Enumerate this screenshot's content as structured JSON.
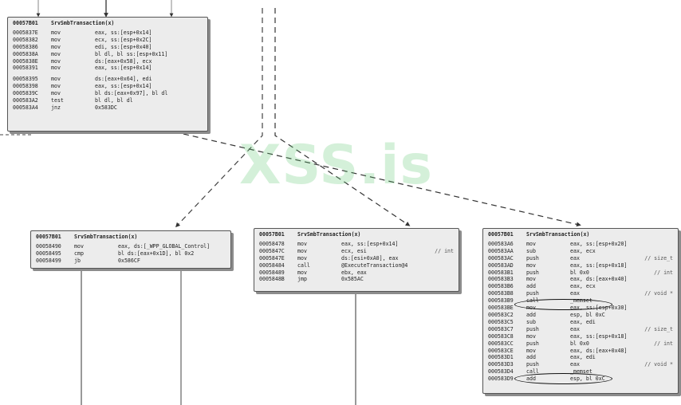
{
  "watermark": "XSS.is",
  "blocks": {
    "b1": {
      "header": {
        "addr": "00057B01",
        "name": "SrvSmbTransaction(x)"
      },
      "groups": [
        [
          [
            "0005837E",
            "mov",
            "eax, ss:[esp+0x14]",
            ""
          ],
          [
            "00058382",
            "mov",
            "ecx, ss:[esp+0x2C]",
            ""
          ],
          [
            "00058386",
            "mov",
            "edi, ss:[esp+0x40]",
            ""
          ],
          [
            "0005838A",
            "mov",
            "bl dl, bl ss:[esp+0x11]",
            ""
          ],
          [
            "0005838E",
            "mov",
            "ds:[eax+0x58], ecx",
            ""
          ],
          [
            "00058391",
            "mov",
            "eax, ss:[esp+0x14]",
            ""
          ]
        ],
        [
          [
            "00058395",
            "mov",
            "ds:[eax+0x64], edi",
            ""
          ],
          [
            "00058398",
            "mov",
            "eax, ss:[esp+0x14]",
            ""
          ],
          [
            "0005839C",
            "mov",
            "bl ds:[eax+0x97], bl dl",
            ""
          ],
          [
            "000583A2",
            "test",
            "bl dl, bl dl",
            ""
          ],
          [
            "000583A4",
            "jnz",
            "0x583DC",
            ""
          ]
        ]
      ]
    },
    "b2": {
      "header": {
        "addr": "00057B01",
        "name": "SrvSmbTransaction(x)"
      },
      "groups": [
        [
          [
            "00058490",
            "mov",
            "eax, ds:[_WPP_GLOBAL_Control]",
            ""
          ],
          [
            "00058495",
            "cmp",
            "bl ds:[eax+0x1D], bl 0x2",
            ""
          ],
          [
            "00058499",
            "jb",
            "0x586CF",
            ""
          ]
        ]
      ]
    },
    "b3": {
      "header": {
        "addr": "00057B01",
        "name": "SrvSmbTransaction(x)"
      },
      "groups": [
        [
          [
            "00058478",
            "mov",
            "eax, ss:[esp+0x14]",
            ""
          ],
          [
            "0005847C",
            "mov",
            "ecx, esi",
            "// int"
          ],
          [
            "0005847E",
            "mov",
            "ds:[esi+0xA0], eax",
            ""
          ],
          [
            "00058484",
            "call",
            "@ExecuteTransaction@4",
            ""
          ],
          [
            "00058489",
            "mov",
            "ebx, eax",
            ""
          ],
          [
            "0005848B",
            "jmp",
            "0x585AC",
            ""
          ]
        ]
      ]
    },
    "b4": {
      "header": {
        "addr": "00057B01",
        "name": "SrvSmbTransaction(x)"
      },
      "groups": [
        [
          [
            "000583A6",
            "mov",
            "eax, ss:[esp+0x20]",
            ""
          ],
          [
            "000583AA",
            "sub",
            "eax, ecx",
            ""
          ],
          [
            "000583AC",
            "push",
            "eax",
            "// size_t"
          ],
          [
            "000583AD",
            "mov",
            "eax, ss:[esp+0x18]",
            ""
          ],
          [
            "000583B1",
            "push",
            "bl 0x0",
            "// int"
          ],
          [
            "000583B3",
            "mov",
            "eax, ds:[eax+0x40]",
            ""
          ],
          [
            "000583B6",
            "add",
            "eax, ecx",
            ""
          ],
          [
            "000583B8",
            "push",
            "eax",
            "// void *"
          ],
          [
            "000583B9",
            "call",
            "_memset",
            ""
          ],
          [
            "000583BE",
            "mov",
            "eax, ss:[esp+0x30]",
            ""
          ],
          [
            "000583C2",
            "add",
            "esp, bl 0xC",
            ""
          ],
          [
            "000583C5",
            "sub",
            "eax, edi",
            ""
          ],
          [
            "000583C7",
            "push",
            "eax",
            "// size_t"
          ],
          [
            "000583C8",
            "mov",
            "eax, ss:[esp+0x18]",
            ""
          ],
          [
            "000583CC",
            "push",
            "bl 0x0",
            "// int"
          ],
          [
            "000583CE",
            "mov",
            "eax, ds:[eax+0x48]",
            ""
          ],
          [
            "000583D1",
            "add",
            "eax, edi",
            ""
          ],
          [
            "000583D3",
            "push",
            "eax",
            "// void *"
          ],
          [
            "000583D4",
            "call",
            "_memset",
            ""
          ],
          [
            "000583D9",
            "add",
            "esp, bl 0xC",
            ""
          ]
        ]
      ]
    }
  }
}
